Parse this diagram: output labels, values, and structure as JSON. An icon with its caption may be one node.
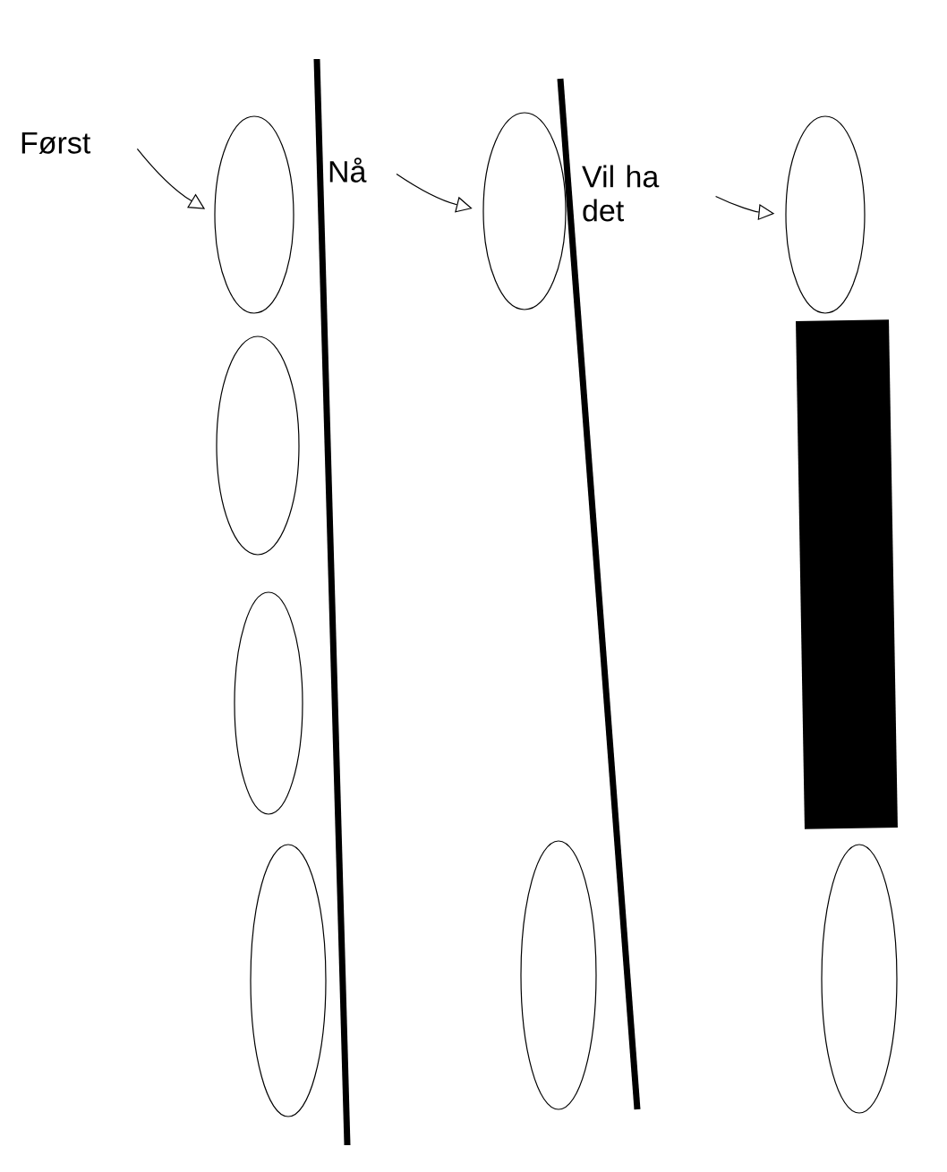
{
  "diagram": {
    "nodes": [
      {
        "text": [
          "Først"
        ]
      },
      {
        "text": [],
        "shape": "ellipse"
      },
      {
        "text": [],
        "shape": "ellipse"
      },
      {
        "text": [],
        "shape": "ellipse"
      },
      {
        "text": [],
        "shape": "ellipse"
      },
      {
        "text": [
          "Nå"
        ]
      },
      {
        "text": [],
        "shape": "ellipse"
      },
      {
        "text": [],
        "shape": "ellipse"
      },
      {
        "text": [
          "Vil ha det"
        ]
      },
      {
        "text": [],
        "shape": "ellipse"
      },
      {
        "text": [],
        "shape": "bar"
      },
      {
        "text": [],
        "shape": "ellipse"
      }
    ],
    "edges": [
      {
        "from": 0,
        "to": 1,
        "arrow": "to"
      },
      {
        "from": 5,
        "to": 6,
        "arrow": "to"
      },
      {
        "from": 8,
        "to": 9,
        "arrow": "to"
      }
    ]
  }
}
